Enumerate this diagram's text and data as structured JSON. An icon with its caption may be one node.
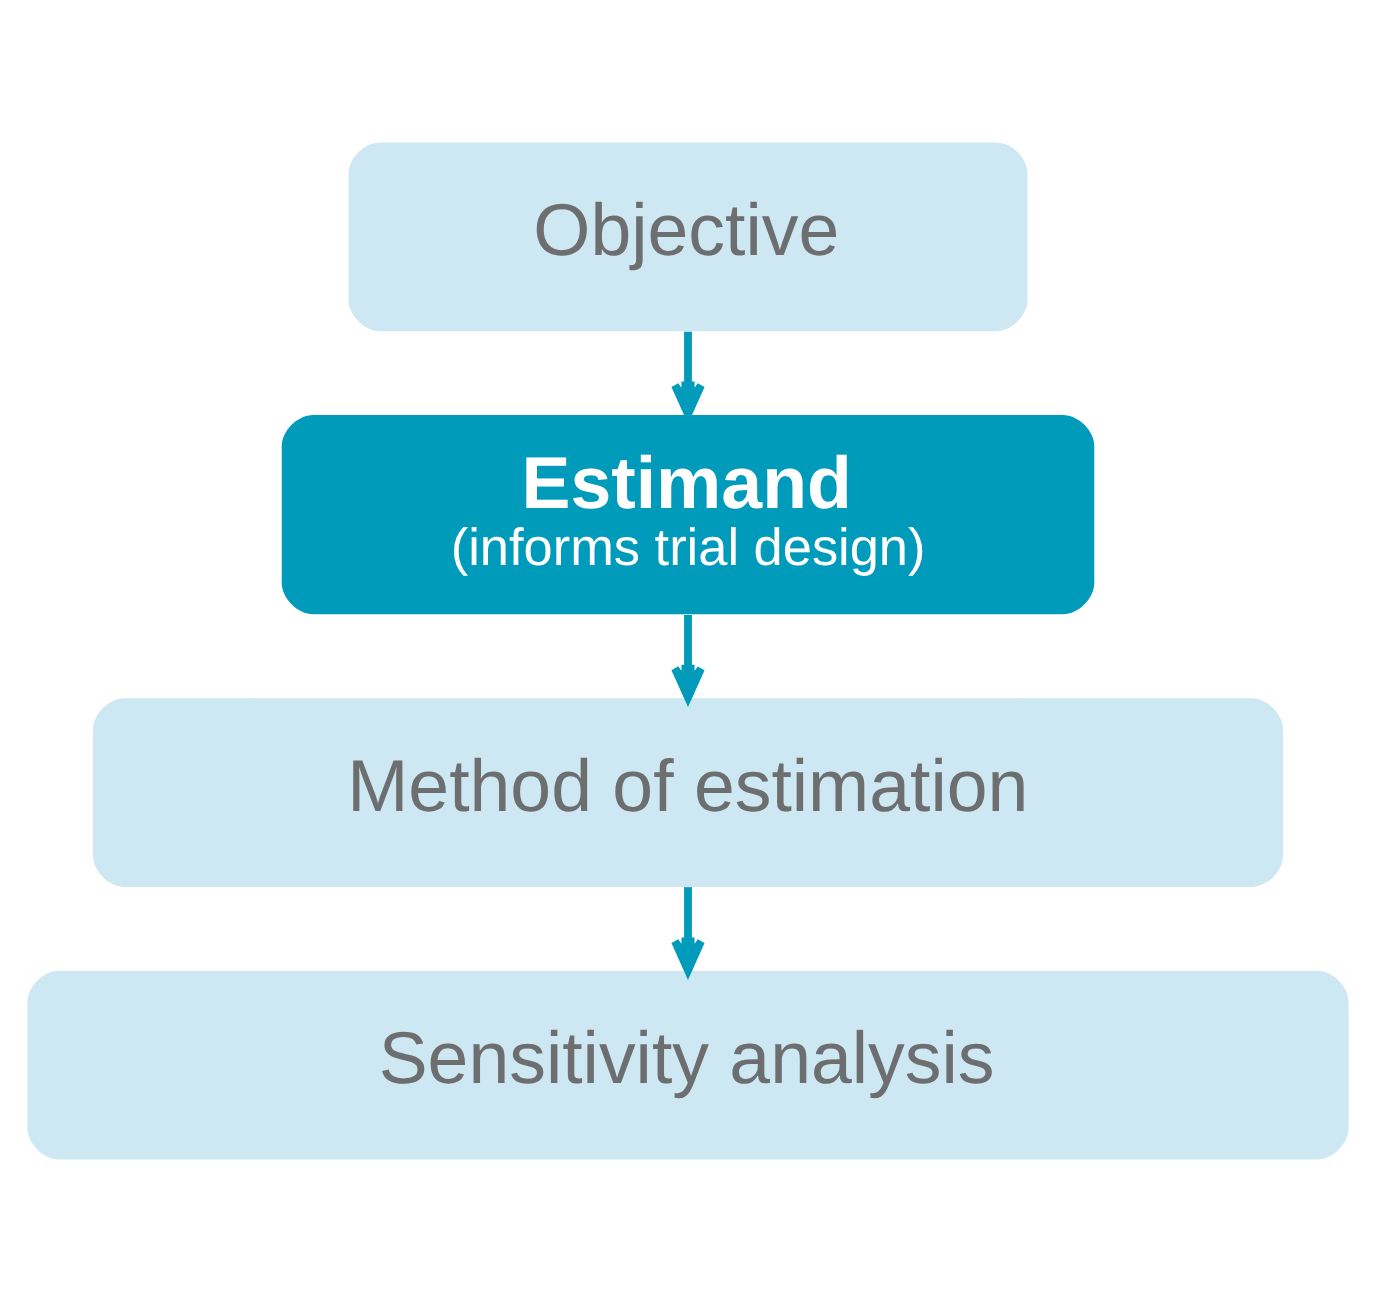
{
  "diagram": {
    "nodes": [
      {
        "text": [
          "Objective"
        ]
      },
      {
        "text": [
          "Estimand",
          "(informs trial design)"
        ]
      },
      {
        "text": [
          "Method of estimation"
        ]
      },
      {
        "text": [
          "Sensitivity analysis"
        ]
      }
    ],
    "edges": [
      {
        "from": 0,
        "to": 1,
        "arrow": "to"
      },
      {
        "from": 1,
        "to": 2,
        "arrow": "to"
      },
      {
        "from": 2,
        "to": 3,
        "arrow": "to"
      }
    ]
  }
}
